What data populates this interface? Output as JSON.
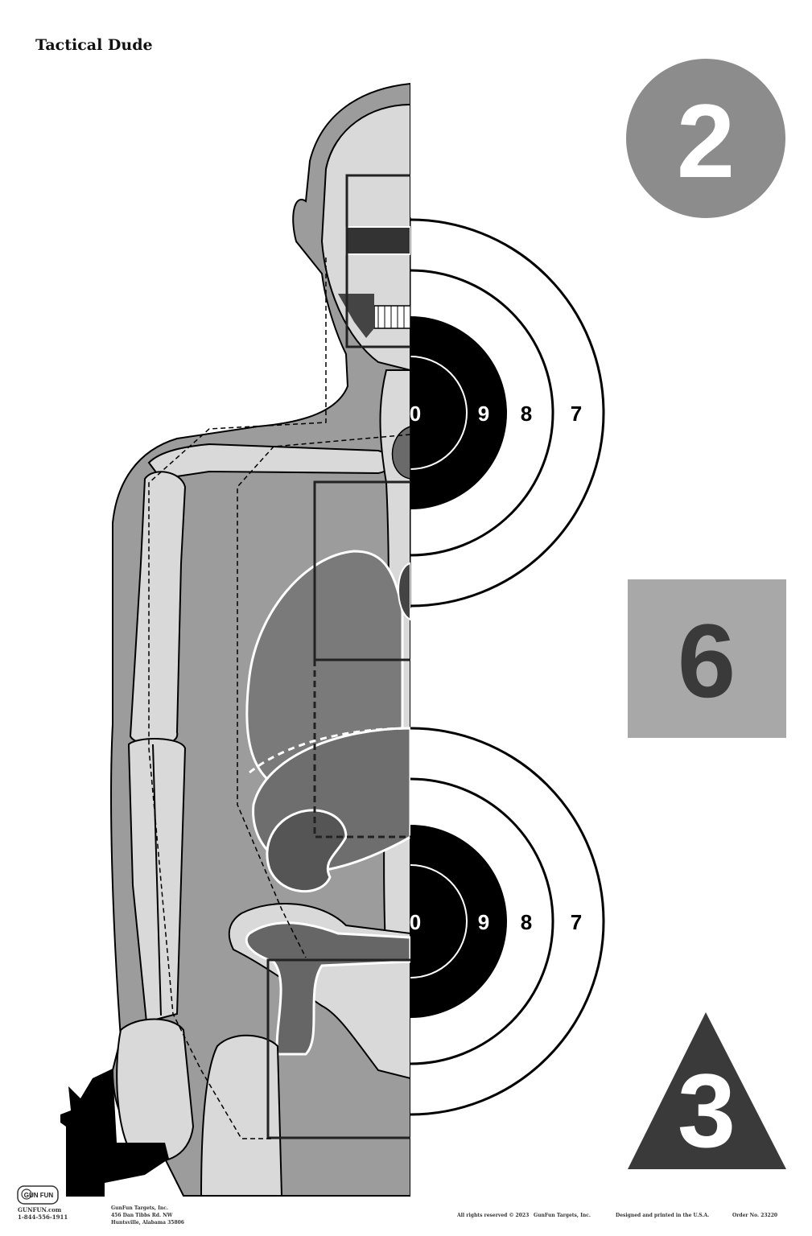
{
  "title": "Tactical Dude",
  "targets": [
    {
      "rings": [
        "0",
        "9",
        "8",
        "7"
      ]
    },
    {
      "rings": [
        "0",
        "9",
        "8",
        "7"
      ]
    }
  ],
  "shapes": {
    "circle": {
      "label": "2",
      "color": "#8c8c8c"
    },
    "square": {
      "label": "6",
      "color": "#a8a8a8",
      "text_color": "#3a3a3a"
    },
    "triangle": {
      "label": "3",
      "color": "#3a3a3a"
    }
  },
  "colors": {
    "body": "#9c9c9c",
    "bone": "#d9d9d9",
    "organ_dark": "#585858",
    "organ_mid": "#7a7a7a",
    "target_black": "#000000"
  },
  "footer": {
    "logo_text": "GUN FUN",
    "website": "GUNFUN.com",
    "phone": "1-844-556-1911",
    "company": "GunFun Targets, Inc.",
    "address1": "456 Dan Tibbs Rd. NW",
    "address2": "Huntsville, Alabama 35806",
    "rights": "All rights reserved © 2023",
    "company2": "GunFun Targets, Inc.",
    "made": "Designed and printed in the U.S.A.",
    "order": "Order No. 23220"
  }
}
